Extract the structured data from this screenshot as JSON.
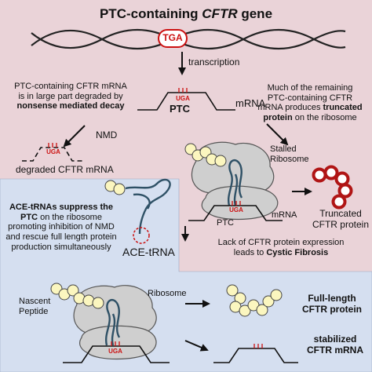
{
  "title": {
    "prefix": "PTC-containing ",
    "gene": "CFTR",
    "suffix": " gene"
  },
  "stop_codon": "TGA",
  "mrna_codon": "UGA",
  "labels": {
    "transcription": "transcription",
    "ptc": "PTC",
    "mrna": "mRNA",
    "nmd": "NMD",
    "degraded": "degraded CFTR mRNA",
    "stalled": "Stalled\nRibosome",
    "truncated": "Truncated\nCFTR protein",
    "ace_trna": "ACE-tRNA",
    "nascent": "Nascent\nPeptide",
    "ribosome": "Ribosome",
    "full_length": "Full-length\nCFTR protein",
    "stabilized": "stabilized\nCFTR mRNA"
  },
  "left_text": {
    "line1": "PTC-containing CFTR mRNA",
    "line2": "is in large part degraded by",
    "line3_bold": "nonsense mediated decay"
  },
  "right_text": {
    "line1": "Much of the remaining",
    "line2": "PTC-containing CFTR",
    "line3_pre": "mRNA produces ",
    "line3_bold": "truncated",
    "line4_bold": "protein",
    "line4_post": " on the ribosome"
  },
  "lack_text": {
    "line1": "Lack of CFTR protein expression",
    "line2_pre": "leads to ",
    "line2_bold": "Cystic Fibrosis"
  },
  "ace_text": {
    "line1_bold": "ACE-tRNAs suppress the",
    "line2_bold": "PTC",
    "line2_post": " on the ribosome",
    "line3": "promoting inhibition of NMD",
    "line4": "and rescue full length protein",
    "line5": "production simultaneously"
  },
  "colors": {
    "pink_panel": "#ead3d8",
    "blue_panel": "#d5dff0",
    "ribosome_gray": "#cfcfcf",
    "bead_yellow": "#fbf6bf",
    "truncated_red": "#b01515",
    "stop_red": "#cc1111"
  }
}
